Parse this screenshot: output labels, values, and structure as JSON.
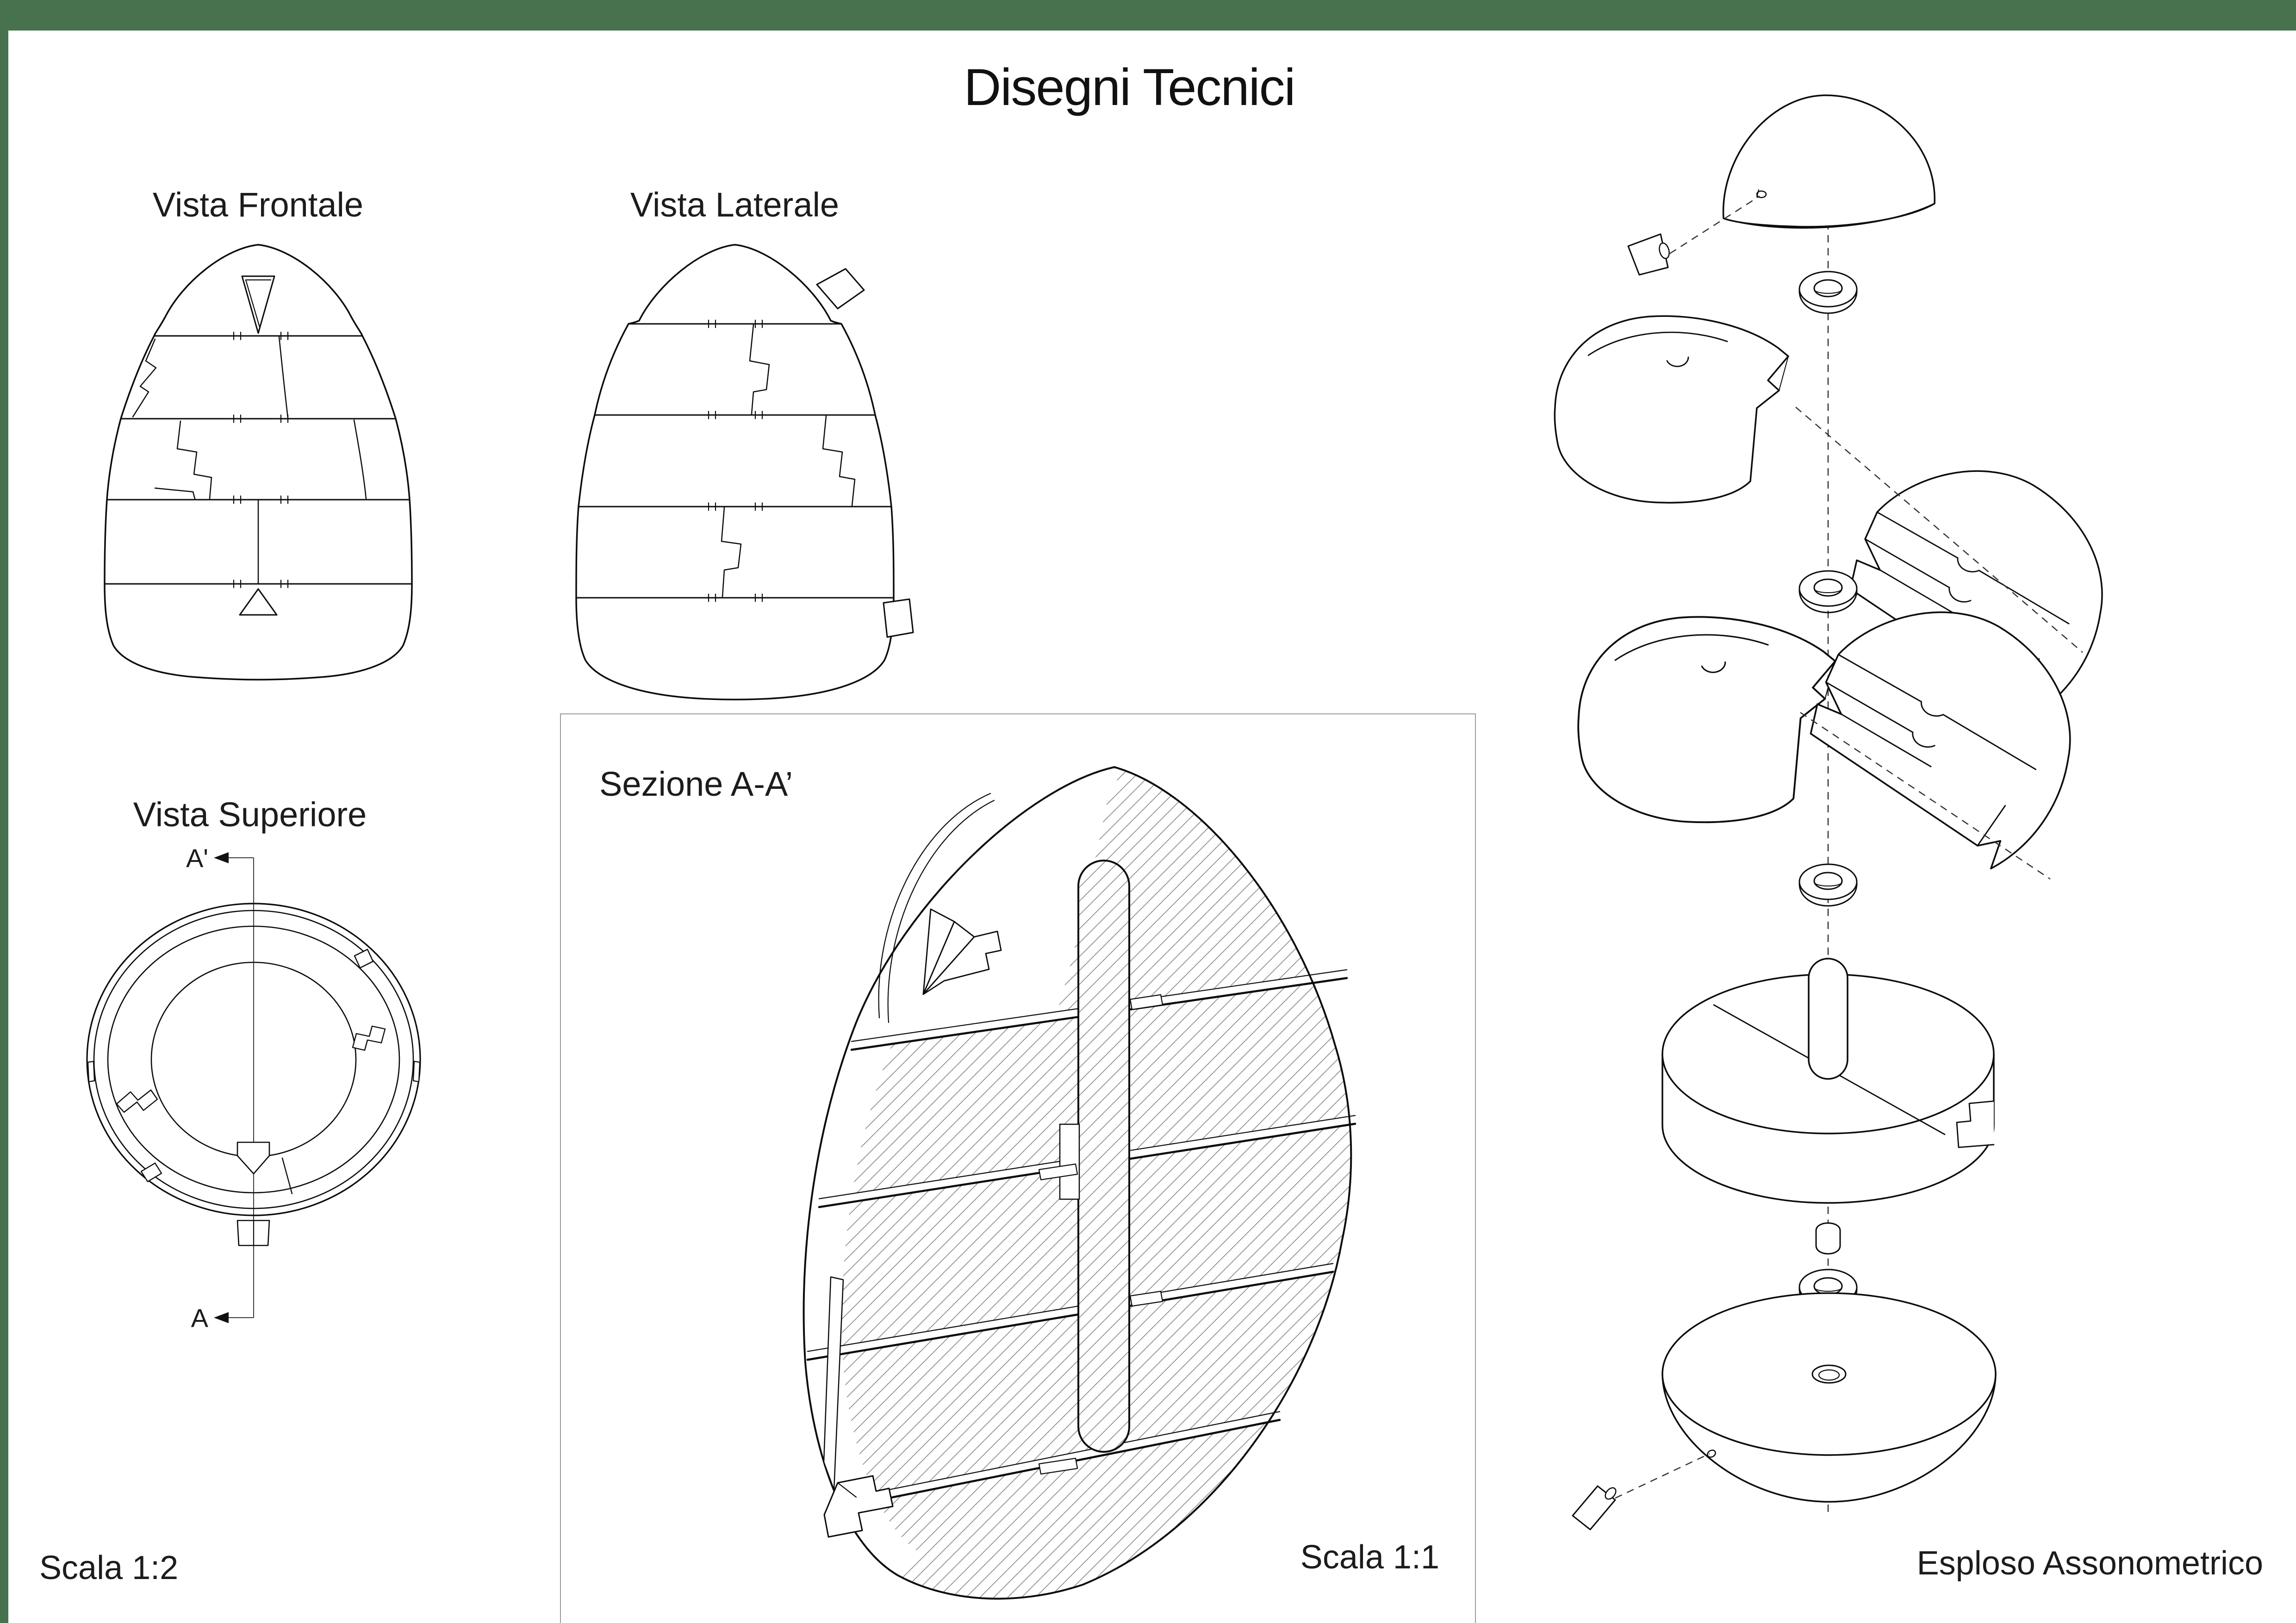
{
  "frame": {
    "bar_color": "#48724e"
  },
  "title": "Disegni Tecnici",
  "views": {
    "front": {
      "label": "Vista Frontale"
    },
    "side": {
      "label": "Vista Laterale"
    },
    "top": {
      "label": "Vista Superiore",
      "section_marker_top": "A'",
      "section_marker_bottom": "A"
    },
    "section": {
      "label": "Sezione A-A’",
      "scale": "Scala 1:1"
    },
    "exploded": {
      "label": "Esploso Assonometrico"
    }
  },
  "footer": {
    "scale": "Scala 1:2"
  }
}
